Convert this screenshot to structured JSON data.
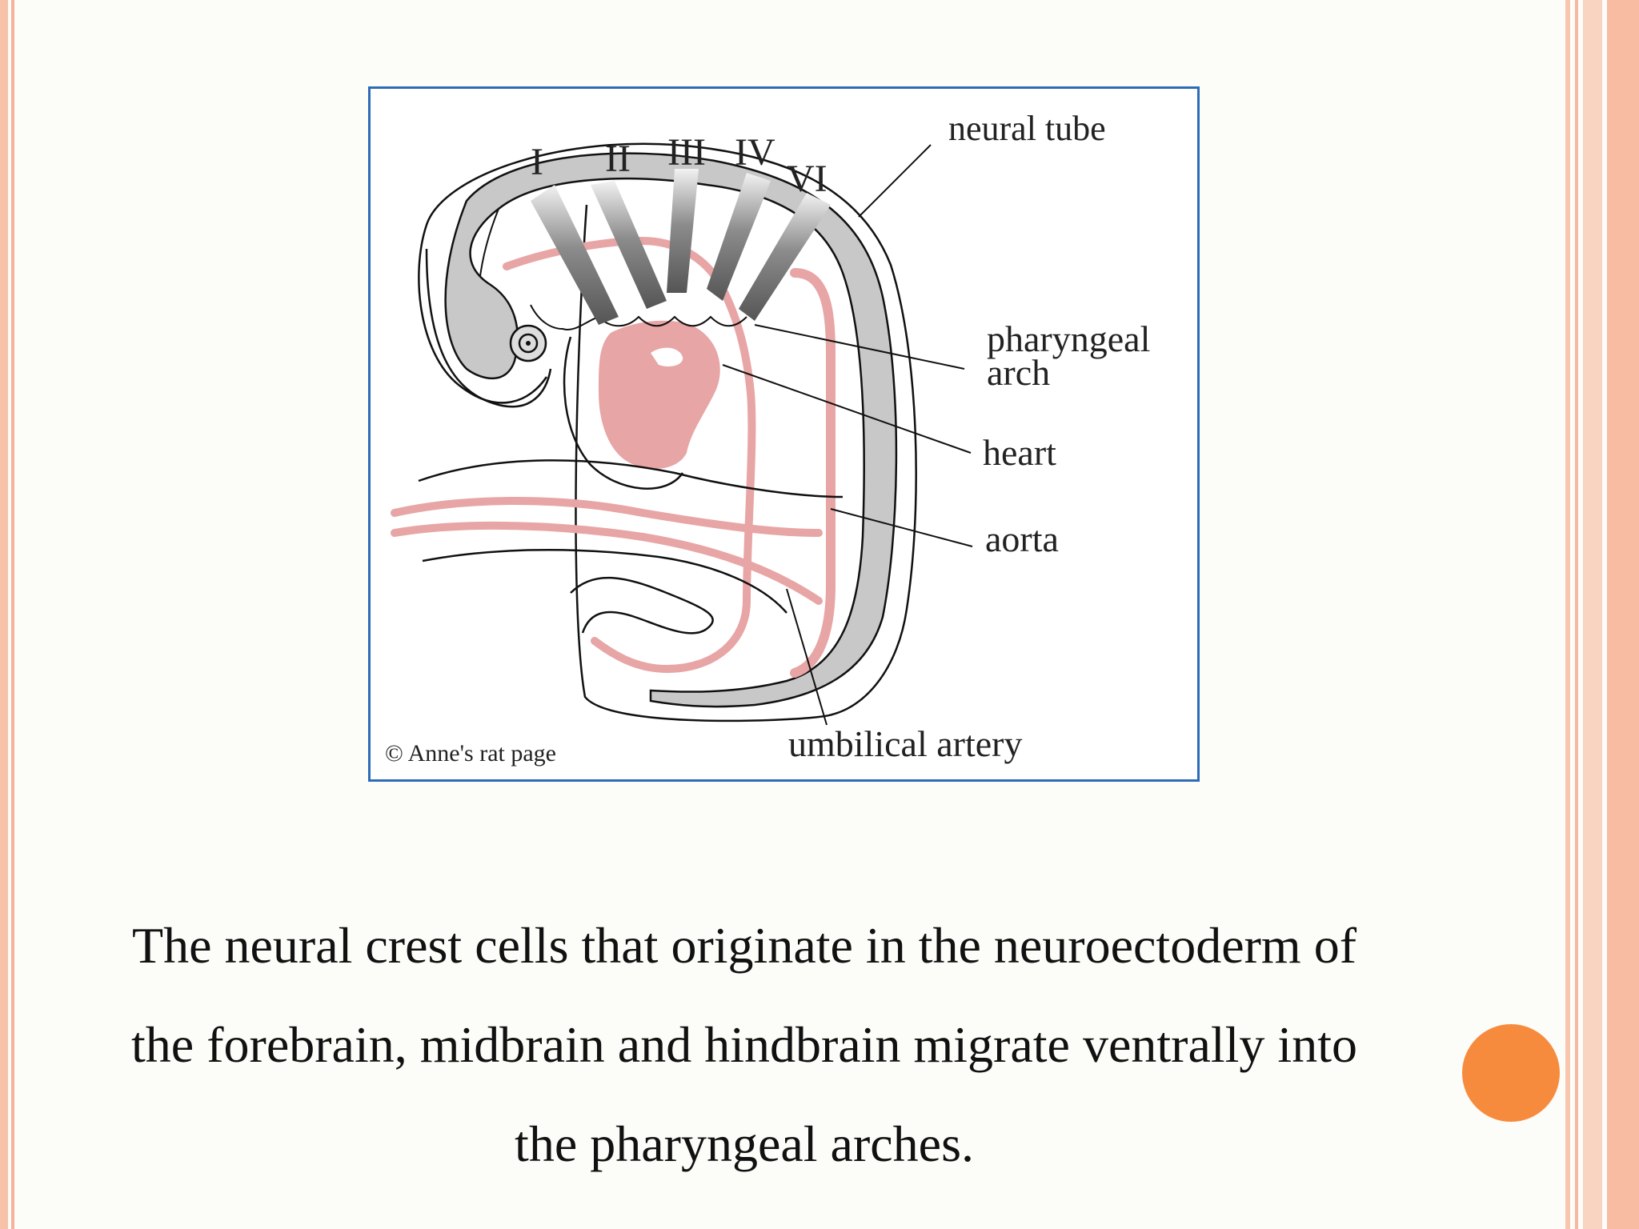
{
  "figure": {
    "arch_numerals": [
      "I",
      "II",
      "III",
      "IV",
      "VI"
    ],
    "labels": {
      "neural_tube": "neural tube",
      "pharyngeal_arch_line1": "pharyngeal",
      "pharyngeal_arch_line2": "arch",
      "heart": "heart",
      "aorta": "aorta",
      "umbilical_artery": "umbilical artery"
    },
    "credit": "© Anne's rat page",
    "colors": {
      "border": "#2d6bb8",
      "vessel_pink": "#e8a5a5",
      "neural_gray": "#c8c8c8"
    }
  },
  "caption": {
    "line1": "The neural crest cells that originate in the neuroectoderm of",
    "line2": "the forebrain, midbrain and hindbrain migrate ventrally into",
    "line3": "the pharyngeal arches."
  },
  "theme": {
    "accent_dot": "#f78b3d",
    "border_peach": "#f7c2a8"
  }
}
